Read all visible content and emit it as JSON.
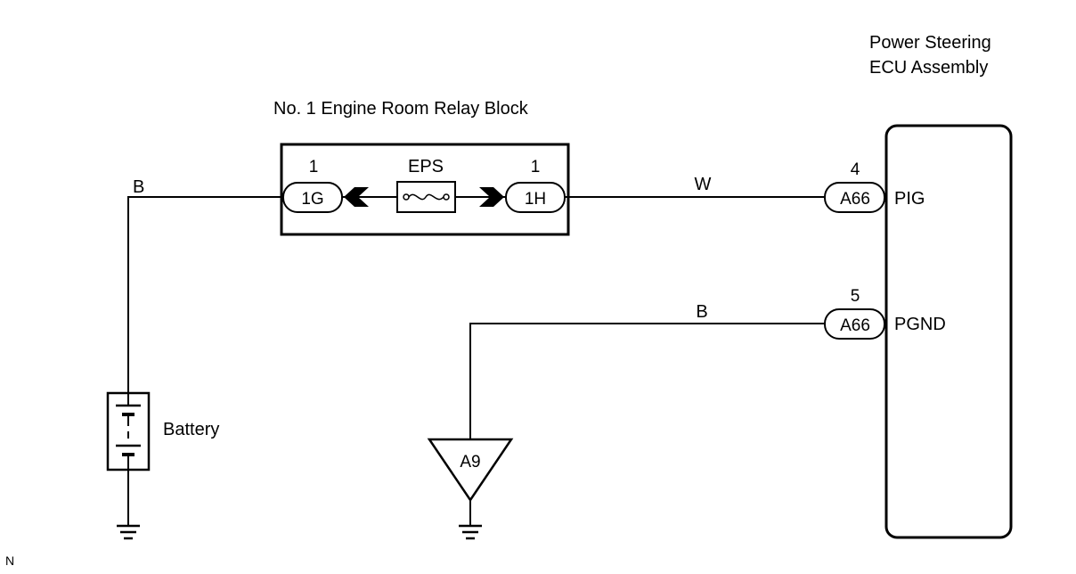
{
  "ecu": {
    "title_line1": "Power Steering",
    "title_line2": "ECU Assembly"
  },
  "relay_block": {
    "title": "No. 1 Engine Room Relay Block",
    "fuse_label": "EPS",
    "left_connector": {
      "code": "1G",
      "pin": "1"
    },
    "right_connector": {
      "code": "1H",
      "pin": "1"
    }
  },
  "wires": {
    "battery_feed": "B",
    "pig_feed": "W",
    "ground_feed": "B"
  },
  "ecu_terminals": [
    {
      "pin": "4",
      "connector": "A66",
      "name": "PIG"
    },
    {
      "pin": "5",
      "connector": "A66",
      "name": "PGND"
    }
  ],
  "battery": {
    "label": "Battery"
  },
  "ground_point": {
    "code": "A9"
  },
  "footer": {
    "mark": "N"
  }
}
